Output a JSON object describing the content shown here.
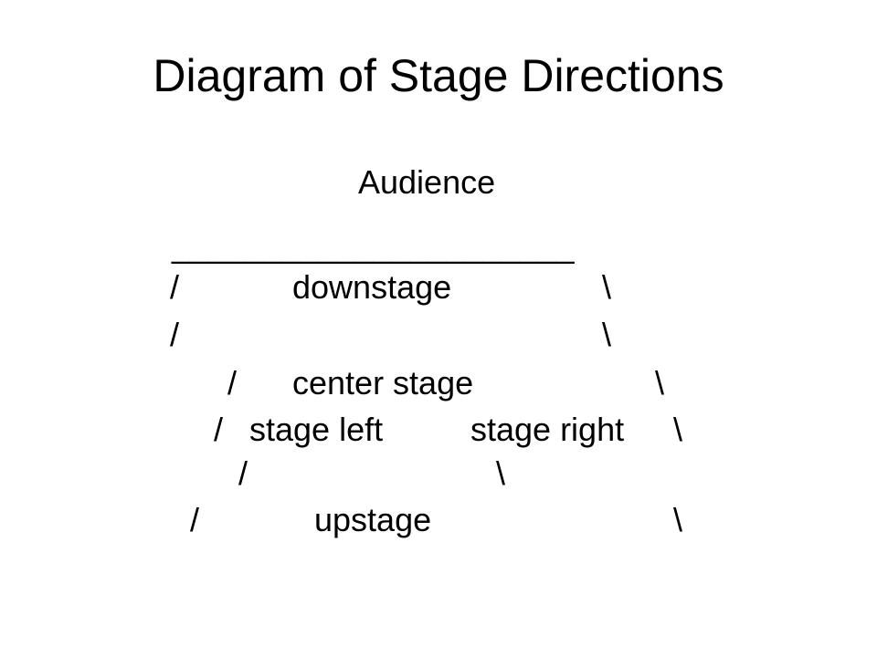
{
  "title": "Diagram of Stage Directions",
  "lines": {
    "audience": "Audience",
    "rule": "______________________",
    "downstage": "downstage",
    "center_stage": "center stage",
    "stage_left": "stage left",
    "stage_right": "stage right",
    "upstage": "upstage"
  },
  "slash": "/",
  "backslash": "\\"
}
